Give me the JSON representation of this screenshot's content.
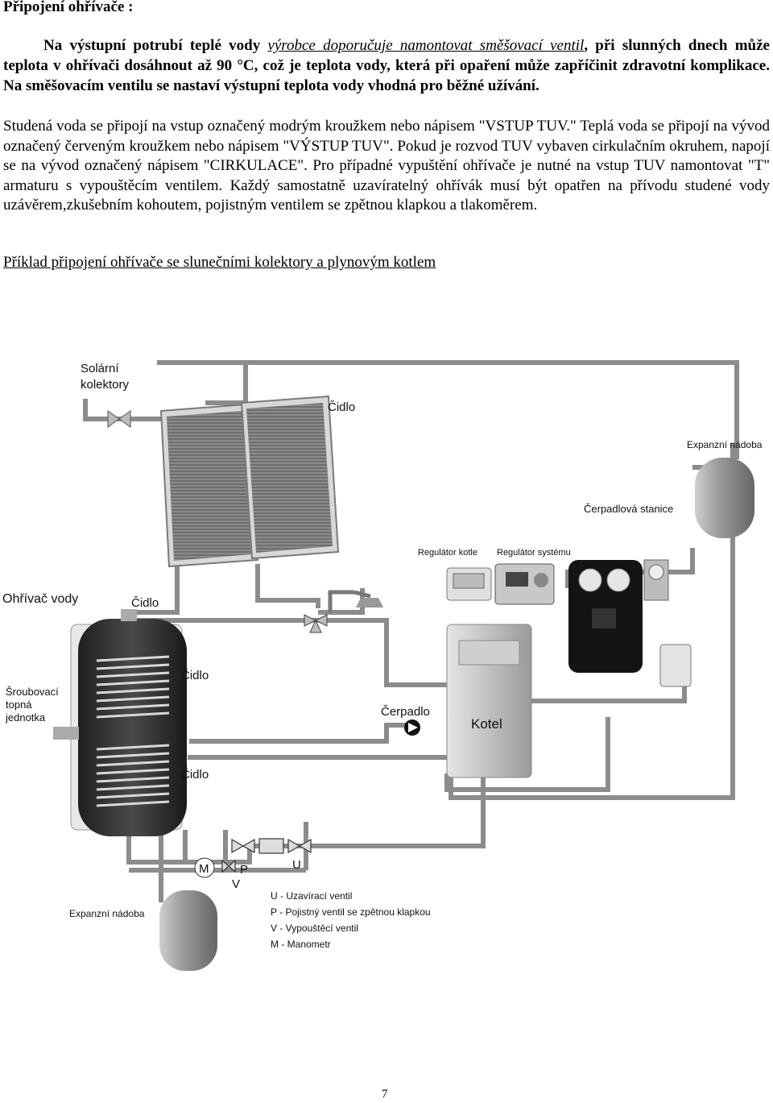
{
  "heading": "Připojení ohřívače :",
  "para1": {
    "before": "Na výstupní potrubí teplé vody ",
    "underlined": "výrobce doporučuje namontovat směšovací ventil",
    "after": ", při slunných dnech může teplota v ohřívači dosáhnout až 90  °C, což je teplota vody, která při opaření může zapříčinit zdravotní komplikace. Na směšovacím ventilu se nastaví výstupní teplota vody vhodná pro běžné užívání."
  },
  "para2": "Studená voda se připojí na vstup označený modrým kroužkem nebo nápisem \"VSTUP TUV.\" Teplá voda se připojí na vývod označený červeným kroužkem nebo nápisem \"VÝSTUP TUV\". Pokud je rozvod TUV vybaven cirkulačním okruhem, napojí se na vývod označený nápisem \"CIRKULACE\". Pro případné vypuštění ohřívače je nutné na vstup TUV namontovat \"T\" armaturu s vypouštěcím ventilem. Každý samostatně uzavíratelný ohřívák musí být opatřen na přívodu studené vody uzávěrem,zkušebním kohoutem, pojistným ventilem se zpětnou klapkou a tlakoměrem.",
  "example_title": "Příklad připojení ohřívače se slunečními kolektory a plynovým kotlem",
  "diagram": {
    "solar_line1": "Solární",
    "solar_line2": "kolektory",
    "sensor": "Čidlo",
    "expansion_top": "Expanzní nádoba",
    "pump_station": "Čerpadlová stanice",
    "boiler_regulator": "Regulátor kotle",
    "system_regulator": "Regulátor systému",
    "heater": "Ohřívač vody",
    "screw_line1": "Šroubovací",
    "screw_line2": "topná",
    "screw_line3": "jednotka",
    "pump": "Čerpadlo",
    "boiler": "Kotel",
    "expansion_bottom": "Expanzní nádoba",
    "m": "M",
    "p": "P",
    "u": "U",
    "v": "V",
    "legend": [
      "U - Uzavírací ventil",
      "P - Pojistný ventil se zpětnou klapkou",
      "V - Vypouštěcí ventil",
      "M - Manometr"
    ]
  },
  "page_number": "7"
}
